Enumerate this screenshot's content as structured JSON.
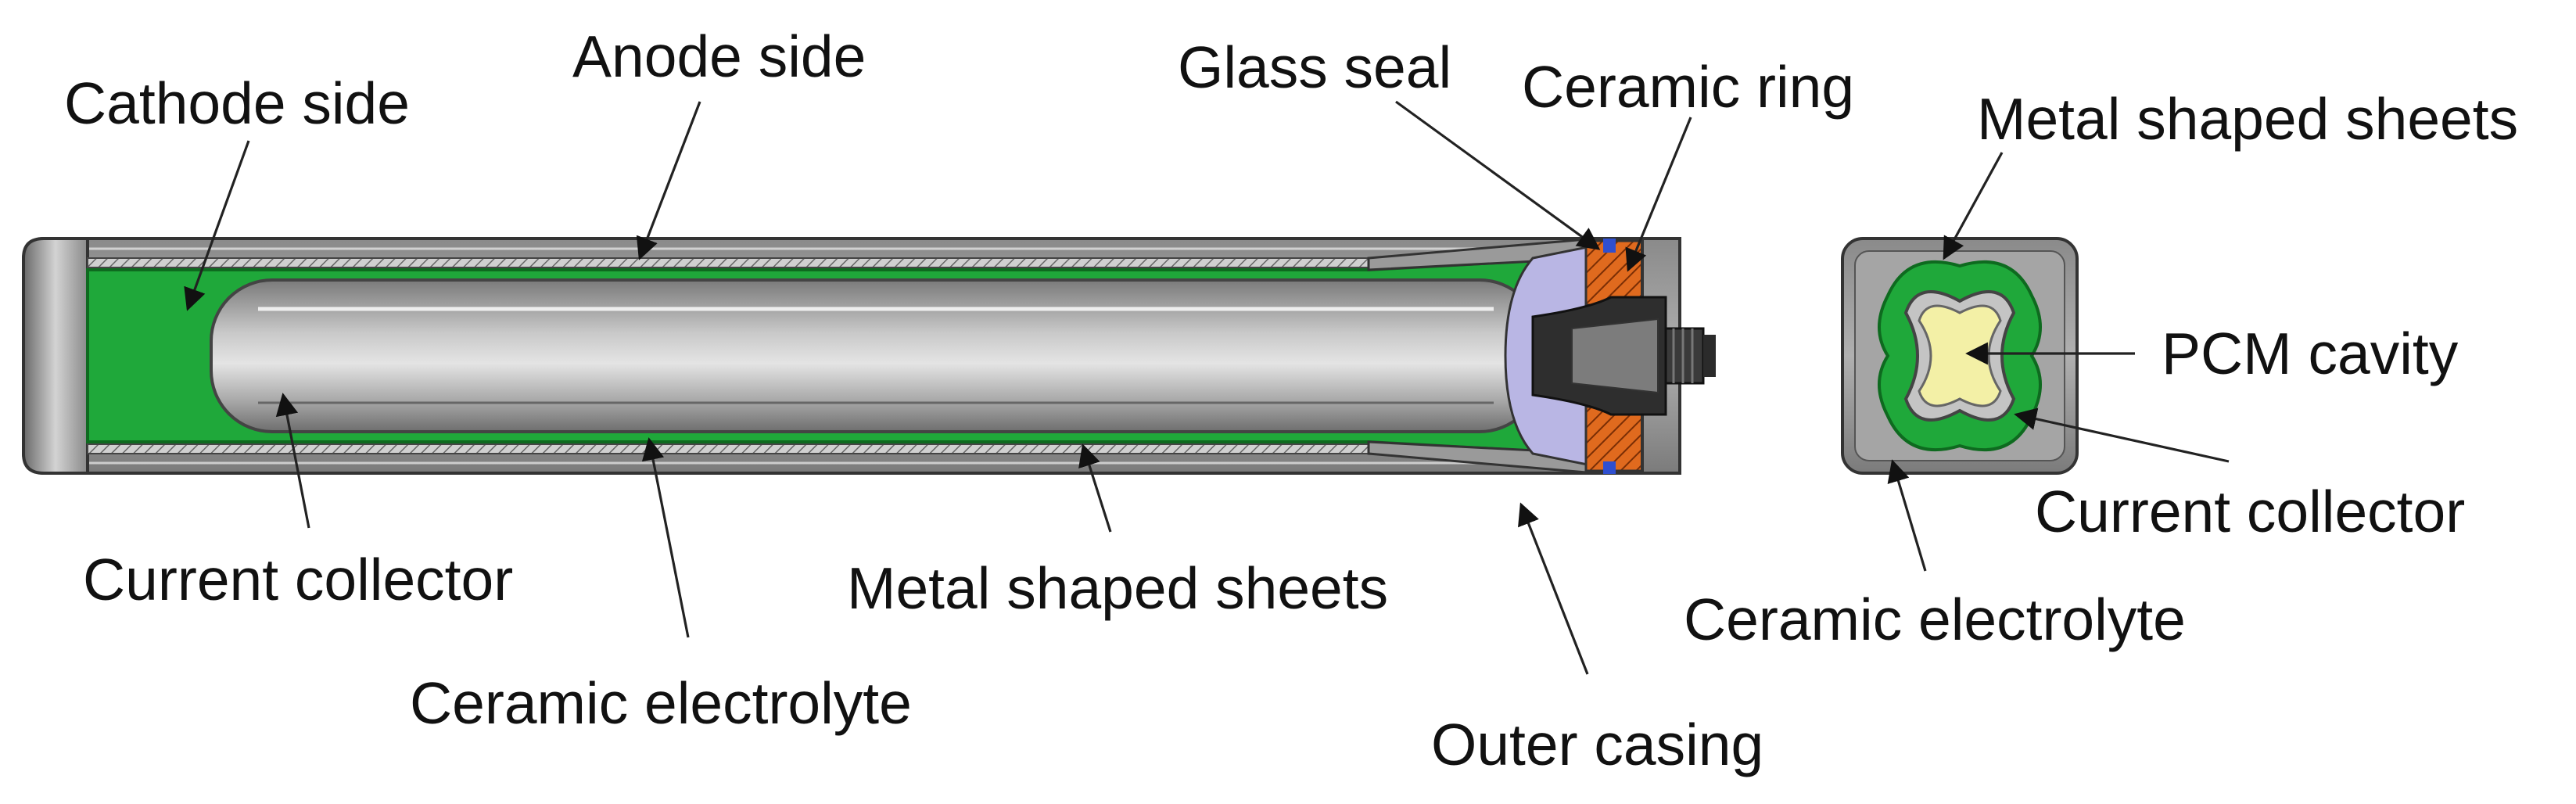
{
  "labels": {
    "anode_side": "Anode side",
    "cathode_side": "Cathode side",
    "glass_seal": "Glass seal",
    "ceramic_ring": "Ceramic ring",
    "metal_sheets_right": "Metal shaped sheets",
    "pcm_cavity": "PCM cavity",
    "current_collector_right": "Current collector",
    "ceramic_electrolyte_right": "Ceramic electrolyte",
    "current_collector_left": "Current collector",
    "metal_sheets_bottom": "Metal shaped sheets",
    "ceramic_electrolyte_left": "Ceramic electrolyte",
    "outer_casing": "Outer casing"
  },
  "colors": {
    "casing": "#808080",
    "casing_dark": "#5a5a5a",
    "cathode": "#1fa83a",
    "cathode_dark": "#0e6a1f",
    "electrolyte": "#b8b8b8",
    "glass_seal": "#b9b6e4",
    "ceramic_ring": "#e06a1e",
    "pcm": "#f3f0a6",
    "terminal": "#3a3a3a"
  }
}
